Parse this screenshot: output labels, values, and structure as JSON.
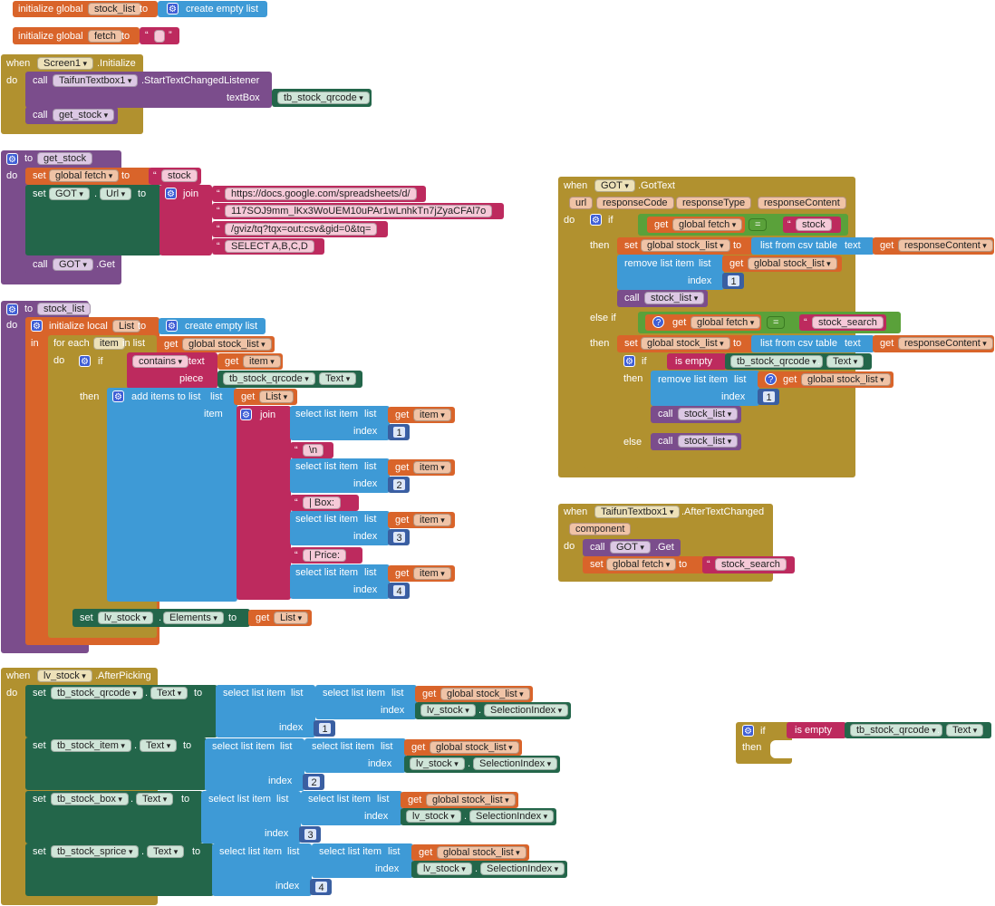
{
  "kw": {
    "initialize_global": "initialize global",
    "to": "to",
    "create_empty_list": "create empty list",
    "when": "when",
    "do": "do",
    "call": "call",
    "set": "set",
    "get": "get",
    "join": "join",
    "if": "if",
    "then": "then",
    "else": "else",
    "else_if": "else if",
    "index": "index",
    "list": "list",
    "text": "text",
    "piece": "piece",
    "item": "item",
    "in": "in",
    "contains": "contains",
    "for_each": "for each",
    "in_list": "in list",
    "initialize_local": "initialize local",
    "select_list_item": "select list item",
    "add_items_to_list": "add items to list",
    "remove_list_item": "remove list item",
    "list_from_csv_table": "list from csv table",
    "is_empty": "is empty",
    "eq": "=",
    "dot": "."
  },
  "globals": {
    "stock_list_name": "stock_list",
    "fetch_name": "fetch"
  },
  "screen_init": {
    "component": "Screen1",
    "event": ".Initialize",
    "call1_component": "TaifunTextbox1",
    "call1_method": ".StartTextChangedListener",
    "param_textbox": "textBox",
    "textbox_component": "tb_stock_qrcode",
    "call2": "get_stock"
  },
  "proc_get_stock": {
    "name": "get_stock",
    "set_var": "global fetch",
    "fetch_value": "stock",
    "component": "GOT",
    "prop": "Url",
    "url1": "https://docs.google.com/spreadsheets/d/",
    "url2": "117SOJ9mm_lKx3WoUEM10uPAr1wLnhkTn7jZyaCFAl7o",
    "url3": "/gviz/tq?tqx=out:csv&gid=0&tq=",
    "url4": "SELECT A,B,C,D",
    "call_method": ".Get"
  },
  "proc_stock_list": {
    "name": "stock_list",
    "local_name": "List",
    "item_var": "item",
    "global_stock_list": "global stock_list",
    "text_prop": "Text",
    "sep1": "\\n",
    "sep2": " | Box: ",
    "sep3": " | Price: ",
    "index_values": [
      "1",
      "2",
      "3",
      "4"
    ],
    "lv_component": "lv_stock",
    "lv_prop": "Elements",
    "list_var": "List"
  },
  "got_text": {
    "component": "GOT",
    "event": ".GotText",
    "params": [
      "url",
      "responseCode",
      "responseType",
      "responseContent"
    ],
    "fetch_var": "global fetch",
    "cmp1": "stock",
    "stock_list_var": "global stock_list",
    "response_content": "responseContent",
    "remove_index": "1",
    "call_proc": "stock_list",
    "cmp2": "stock_search",
    "tb_component": "tb_stock_qrcode",
    "text_prop": "Text",
    "remove_index2": "1"
  },
  "after_text_changed": {
    "component": "TaifunTextbox1",
    "event": ".AfterTextChanged",
    "param": "component",
    "call_component": "GOT",
    "call_method": ".Get",
    "set_var": "global fetch",
    "value": "stock_search"
  },
  "after_picking": {
    "component": "lv_stock",
    "event": ".AfterPicking",
    "rows": [
      {
        "target": "tb_stock_qrcode",
        "index": "1"
      },
      {
        "target": "tb_stock_item",
        "index": "2"
      },
      {
        "target": "tb_stock_box",
        "index": "3"
      },
      {
        "target": "tb_stock_sprice",
        "index": "4"
      }
    ],
    "prop": "Text",
    "global_stock_list": "global stock_list",
    "lv_component": "lv_stock",
    "sel_index": "SelectionIndex"
  },
  "orphan_if": {
    "tb_component": "tb_stock_qrcode",
    "prop": "Text"
  }
}
